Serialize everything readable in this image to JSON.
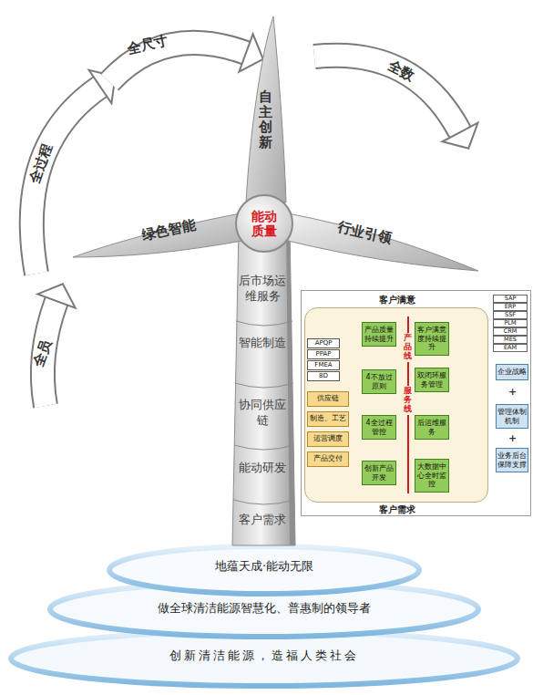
{
  "diagram": {
    "nodes": [
      {
        "text": [
          "能动质量"
        ]
      },
      {
        "text": [
          "自主创新"
        ]
      },
      {
        "text": [
          "绿色智能"
        ]
      },
      {
        "text": [
          "行业引领"
        ]
      },
      {
        "text": [
          "全员"
        ]
      },
      {
        "text": [
          "全过程"
        ]
      },
      {
        "text": [
          "全尺寸"
        ]
      },
      {
        "text": [
          "全数"
        ]
      },
      {
        "text": [
          "后市场运维服务"
        ]
      },
      {
        "text": [
          "智能制造"
        ]
      },
      {
        "text": [
          "协同供应链"
        ]
      },
      {
        "text": [
          "能动研发"
        ]
      },
      {
        "text": [
          "客户需求"
        ]
      },
      {
        "text": [
          "客户满意",
          "客户需求"
        ]
      },
      {
        "text": [
          "APQP"
        ],
        "in": 13
      },
      {
        "text": [
          "PPAP"
        ],
        "in": 13
      },
      {
        "text": [
          "FMEA"
        ],
        "in": 13
      },
      {
        "text": [
          "8D"
        ],
        "in": 13
      },
      {
        "text": [
          "供应链"
        ],
        "in": 13
      },
      {
        "text": [
          "制造、工艺"
        ],
        "in": 13
      },
      {
        "text": [
          "运营调度"
        ],
        "in": 13
      },
      {
        "text": [
          "产品交付"
        ],
        "in": 13
      },
      {
        "text": [
          "产品质量持续提升"
        ],
        "in": 13
      },
      {
        "text": [
          "4不放过原则"
        ],
        "in": 13
      },
      {
        "text": [
          "4全过程管控"
        ],
        "in": 13
      },
      {
        "text": [
          "创新产品开发"
        ],
        "in": 13
      },
      {
        "text": [
          "客户满意度持续提升"
        ],
        "in": 13
      },
      {
        "text": [
          "双闭环服务管理"
        ],
        "in": 13
      },
      {
        "text": [
          "后运维服务"
        ],
        "in": 13
      },
      {
        "text": [
          "大数据中心全时监控"
        ],
        "in": 13
      },
      {
        "text": [
          "SAP"
        ],
        "in": 13
      },
      {
        "text": [
          "ERP"
        ],
        "in": 13
      },
      {
        "text": [
          "SSF"
        ],
        "in": 13
      },
      {
        "text": [
          "PLM"
        ],
        "in": 13
      },
      {
        "text": [
          "CRM"
        ],
        "in": 13
      },
      {
        "text": [
          "MES"
        ],
        "in": 13
      },
      {
        "text": [
          "EAM"
        ],
        "in": 13
      },
      {
        "text": [
          "企业战略"
        ],
        "in": 13
      },
      {
        "text": [
          "管理体制机制"
        ],
        "in": 13
      },
      {
        "text": [
          "业务后台保障支撑"
        ],
        "in": 13
      },
      {
        "text": [
          "地蕴天成·能动无限"
        ]
      },
      {
        "text": [
          "做全球清洁能源智慧化、普惠制的领导者"
        ]
      },
      {
        "text": [
          "创新清洁能源，造福人类社会"
        ]
      }
    ],
    "edges": [
      {
        "from": 25,
        "to": 24,
        "arrow": "to"
      },
      {
        "from": 24,
        "to": 23,
        "arrow": "to"
      },
      {
        "from": 23,
        "to": 22,
        "arrow": "to"
      },
      {
        "from": 29,
        "to": 28,
        "arrow": "to"
      },
      {
        "from": 28,
        "to": 27,
        "arrow": "to"
      },
      {
        "from": 27,
        "to": 26,
        "arrow": "to"
      },
      {
        "from": 18,
        "to": 24,
        "arrow": "none"
      },
      {
        "from": 19,
        "to": 24,
        "arrow": "none"
      },
      {
        "from": 20,
        "to": 24,
        "arrow": "none"
      },
      {
        "from": 21,
        "to": 24,
        "arrow": "none"
      }
    ],
    "labels": [
      "产品线",
      "服务线",
      "+",
      "+"
    ]
  }
}
